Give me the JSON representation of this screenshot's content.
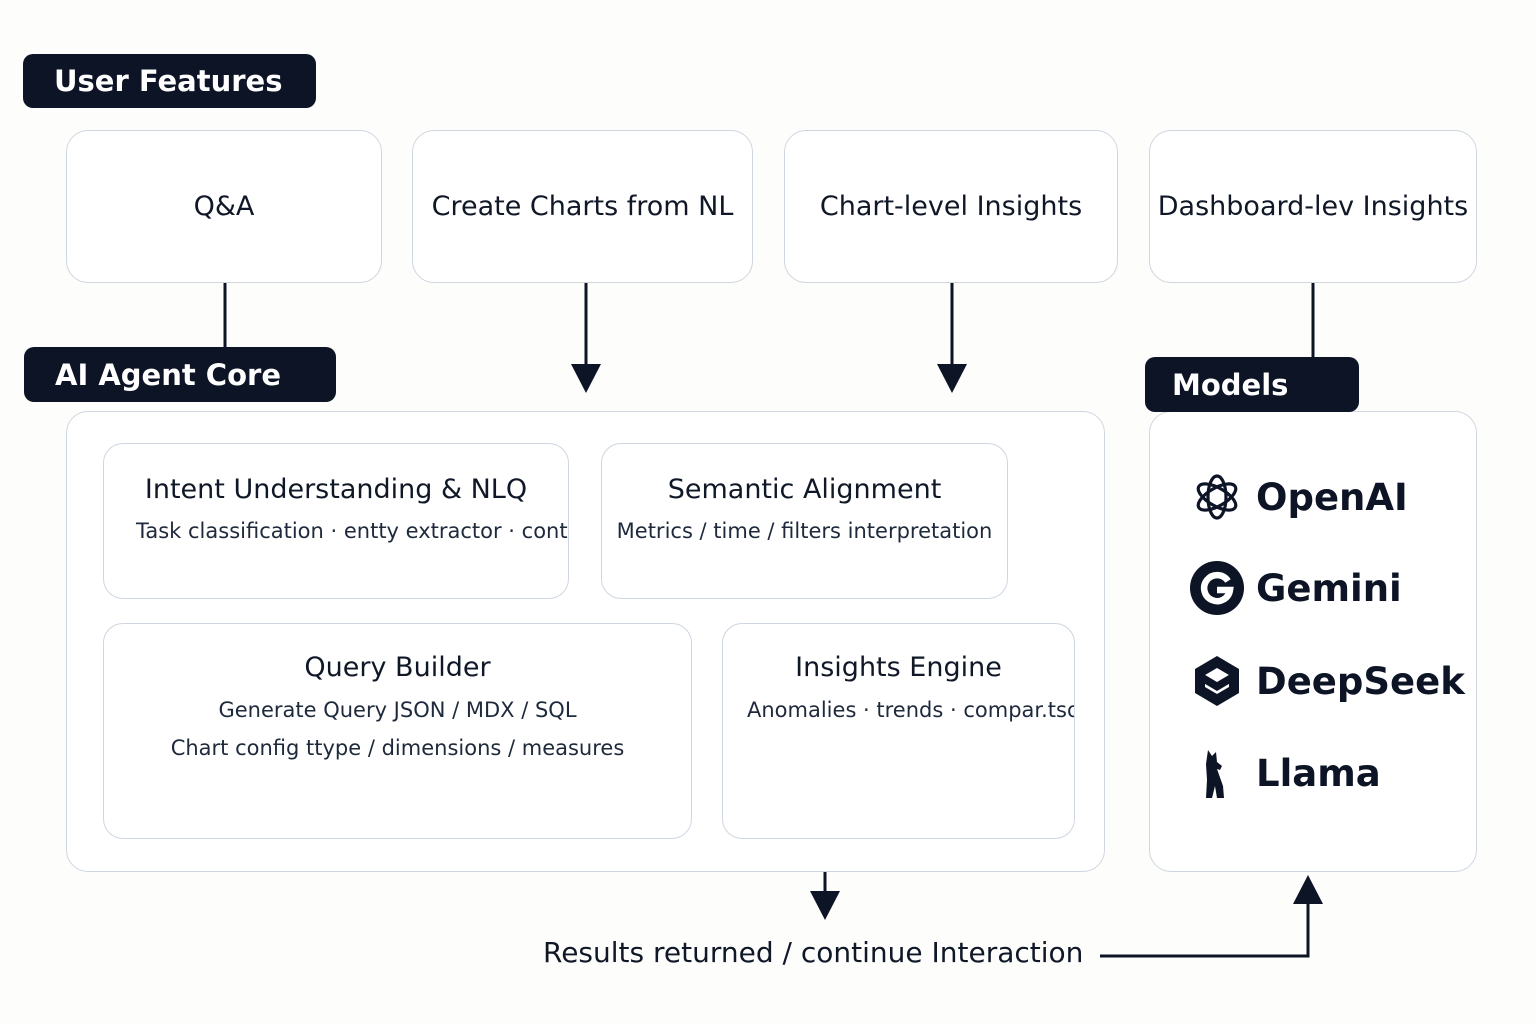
{
  "sections": {
    "user_features": "User Features",
    "ai_agent_core": "AI Agent Core",
    "models": "Models"
  },
  "features": [
    {
      "label": "Q&A"
    },
    {
      "label": "Create Charts from NL"
    },
    {
      "label": "Chart-level Insights"
    },
    {
      "label": "Dashboard-lev Insights"
    }
  ],
  "core": {
    "intent": {
      "title": "Intent Understanding & NLQ",
      "desc": "Task classification · entty extractor · conte"
    },
    "semantic": {
      "title": "Semantic Alignment",
      "desc": "Metrics / time / filters interpretation"
    },
    "query": {
      "title": "Query Builder",
      "desc1": "Generate Query JSON / MDX / SQL",
      "desc2": "Chart config ttype / dimensions / measures"
    },
    "insights": {
      "title": "Insights Engine",
      "desc": "Anomalies · trends · compar.tsoₛ"
    }
  },
  "models": [
    {
      "name": "OpenAI",
      "icon": "openai-logo-icon"
    },
    {
      "name": "Gemini",
      "icon": "gemini-logo-icon"
    },
    {
      "name": "DeepSeek",
      "icon": "deepseek-logo-icon"
    },
    {
      "name": "Llama",
      "icon": "llama-logo-icon"
    }
  ],
  "footer": {
    "result_text": "Results returned / continue Interaction"
  },
  "colors": {
    "dark": "#0c1426",
    "border": "#cfd6e0",
    "background": "#fdfdfb"
  }
}
